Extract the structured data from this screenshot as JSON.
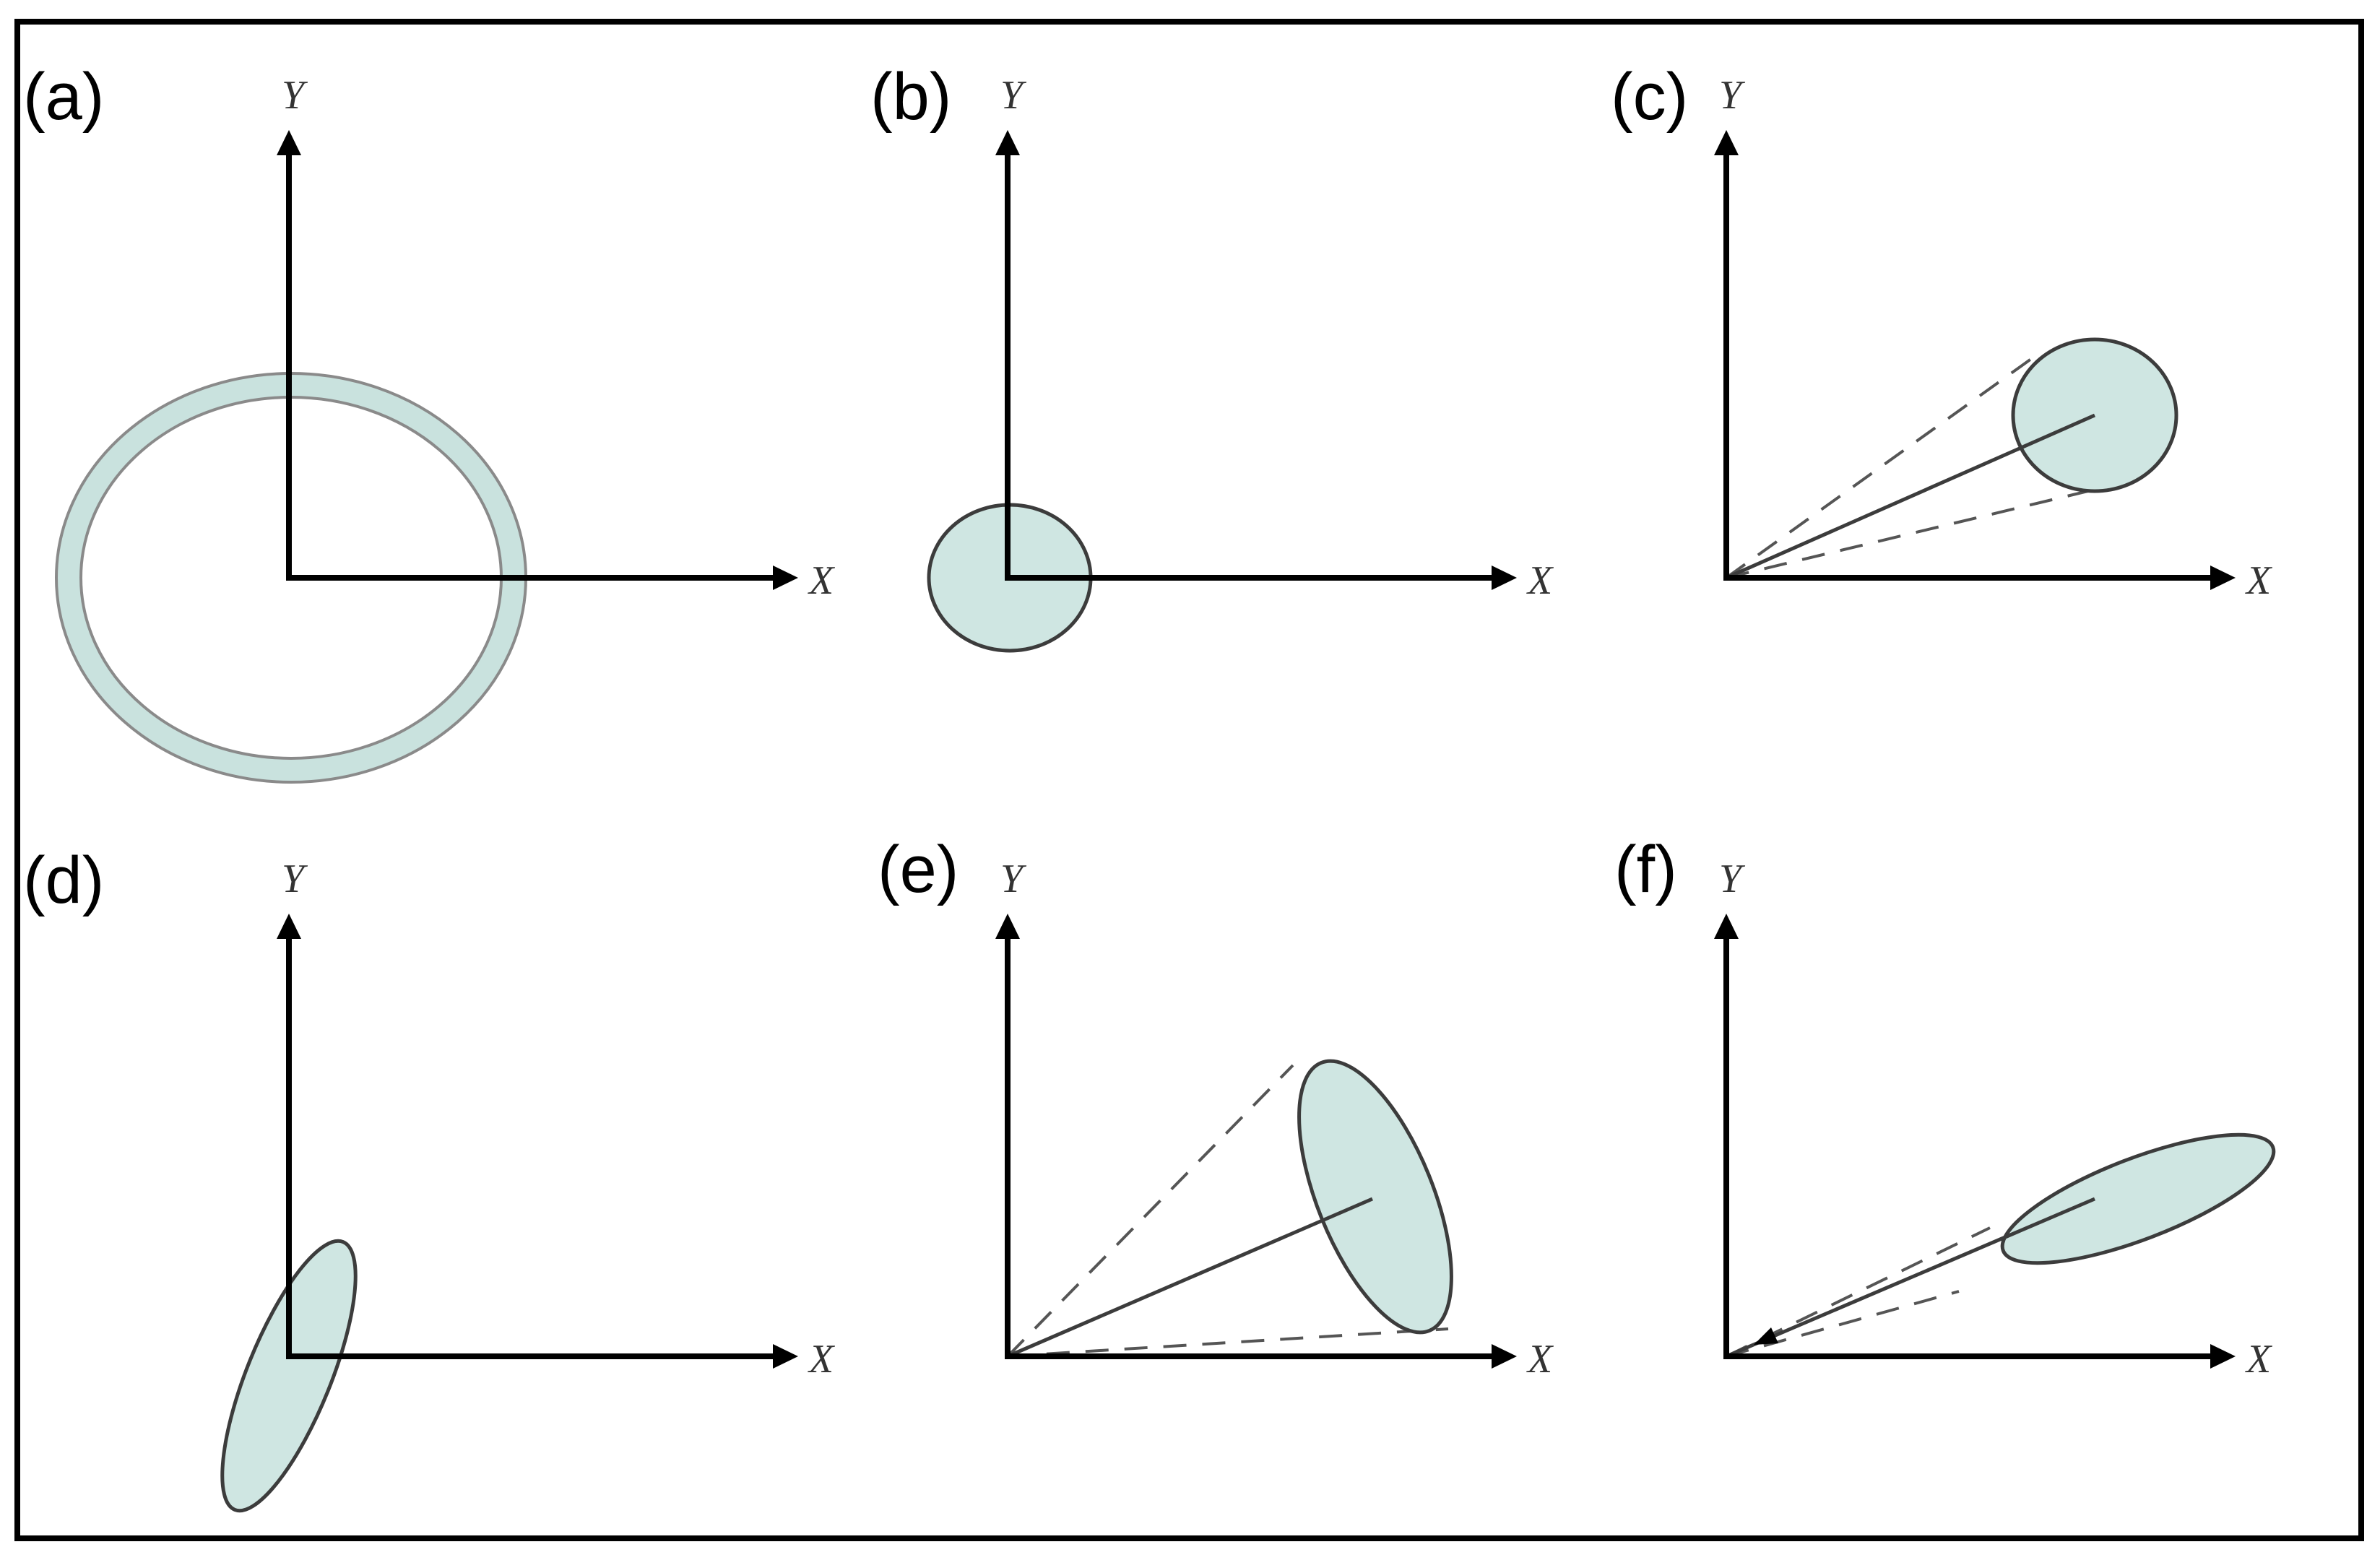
{
  "panels": [
    {
      "id": "a",
      "label": "(a)",
      "x_label": "X",
      "y_label": "Y"
    },
    {
      "id": "b",
      "label": "(b)",
      "x_label": "X",
      "y_label": "Y"
    },
    {
      "id": "c",
      "label": "(c)",
      "x_label": "X",
      "y_label": "Y"
    },
    {
      "id": "d",
      "label": "(d)",
      "x_label": "X",
      "y_label": "Y"
    },
    {
      "id": "e",
      "label": "(e)",
      "x_label": "X",
      "y_label": "Y"
    },
    {
      "id": "f",
      "label": "(f)",
      "x_label": "X",
      "y_label": "Y"
    }
  ],
  "colors": {
    "fill": "#cfe6e2",
    "outline": "#3c3c3c",
    "axis": "#000000"
  }
}
